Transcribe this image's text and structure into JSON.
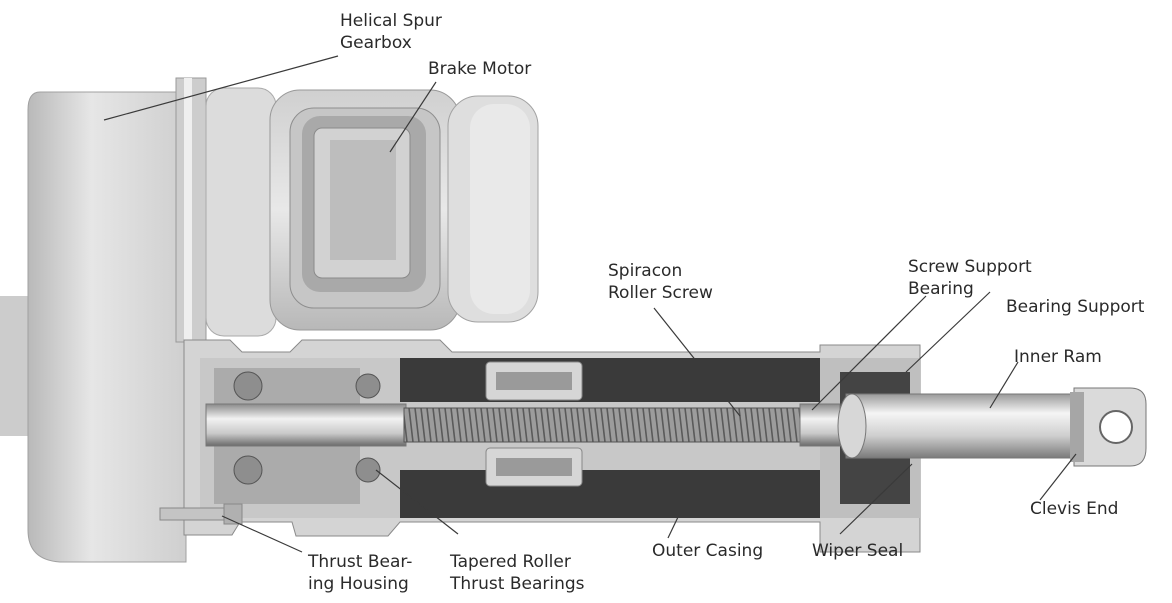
{
  "labels": {
    "helical_spur_gearbox": [
      "Helical Spur",
      "Gearbox"
    ],
    "brake_motor": [
      "Brake Motor"
    ],
    "spiracon_roller_screw": [
      "Spiracon",
      "Roller Screw"
    ],
    "screw_support_bearing": [
      "Screw Support",
      "Bearing"
    ],
    "bearing_support": [
      "Bearing Support"
    ],
    "inner_ram": [
      "Inner Ram"
    ],
    "clevis_end": [
      "Clevis End"
    ],
    "thrust_bearing_housing": [
      "Thrust Bear-",
      "ing Housing"
    ],
    "tapered_roller_thrust_bearings": [
      "Tapered Roller",
      "Thrust Bearings"
    ],
    "outer_casing": [
      "Outer Casing"
    ],
    "wiper_seal": [
      "Wiper Seal"
    ]
  },
  "colors": {
    "background": "#ffffff",
    "label_text": "#2a2a2a",
    "leader_line": "#3a3a3a",
    "light_metal": "#d9d9d9",
    "mid_metal": "#b5b5b5",
    "dark_metal": "#6e6e6e",
    "cavity": "#3c3c3c"
  }
}
